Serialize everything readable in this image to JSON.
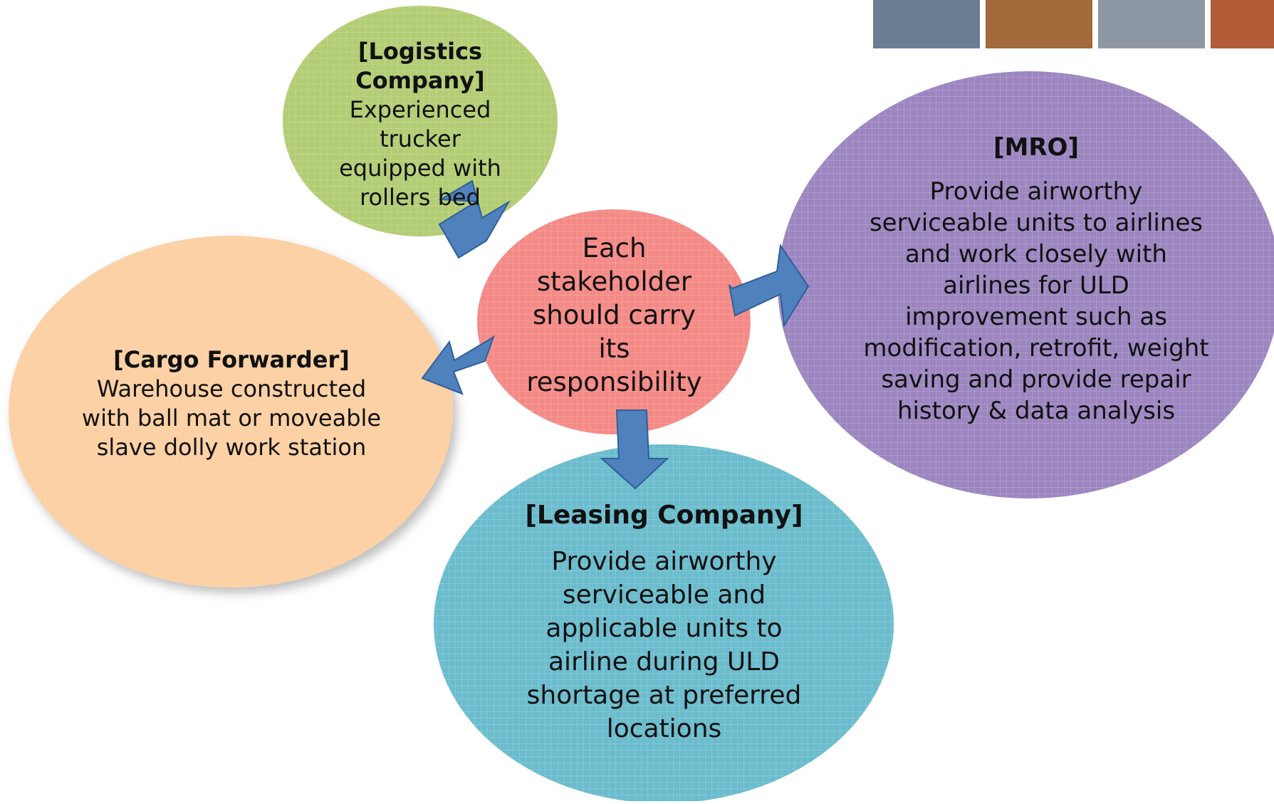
{
  "colors": {
    "logistics_fill": "#b3cd75",
    "mro_fill": "#9c86c0",
    "cargo_fill": "#fbd1a5",
    "center_fill": "#f48a86",
    "leasing_fill": "#6bbccd",
    "arrow_fill": "#4f81bd",
    "arrow_stroke": "#2f5f97",
    "grid_line": "#ffffff"
  },
  "center": {
    "text": "Each\nstakeholder\nshould carry\nits\nresponsibility"
  },
  "logistics": {
    "title": "[Logistics\nCompany]",
    "body": "Experienced\ntrucker\nequipped with\nrollers bed"
  },
  "mro": {
    "title": "[MRO]",
    "body": "Provide airworthy\nserviceable units to airlines\nand work closely with\nairlines for ULD\nimprovement such as\nmodification, retrofit, weight\nsaving and provide repair\nhistory & data analysis"
  },
  "cargo": {
    "title": "[Cargo Forwarder]",
    "body": "Warehouse constructed\nwith ball mat or moveable\nslave dolly work station"
  },
  "leasing": {
    "title": "[Leasing Company]",
    "body": "Provide airworthy\nserviceable and\napplicable units to\nairline during ULD\nshortage at preferred\nlocations"
  },
  "photos": [
    {
      "name": "photo-uld-containers",
      "color": "#6a7d92"
    },
    {
      "name": "photo-cargo-warehouse",
      "color": "#a36a3c"
    },
    {
      "name": "photo-uld-workshop",
      "color": "#8e98a4"
    },
    {
      "name": "photo-partial",
      "color": "#b35b36"
    }
  ]
}
